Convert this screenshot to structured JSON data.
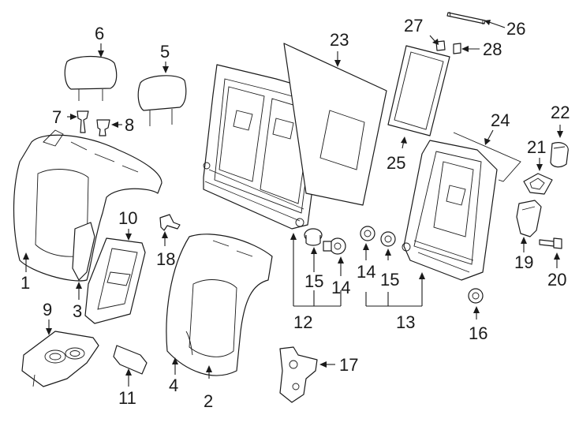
{
  "callouts": {
    "c1": "1",
    "c2": "2",
    "c3": "3",
    "c4": "4",
    "c5": "5",
    "c6": "6",
    "c7": "7",
    "c8": "8",
    "c9": "9",
    "c10": "10",
    "c11": "11",
    "c12": "12",
    "c13": "13",
    "c14a": "14",
    "c14b": "14",
    "c15a": "15",
    "c15b": "15",
    "c16": "16",
    "c17": "17",
    "c18": "18",
    "c19": "19",
    "c20": "20",
    "c21": "21",
    "c22": "22",
    "c23": "23",
    "c24": "24",
    "c25": "25",
    "c26": "26",
    "c27": "27",
    "c28": "28"
  }
}
